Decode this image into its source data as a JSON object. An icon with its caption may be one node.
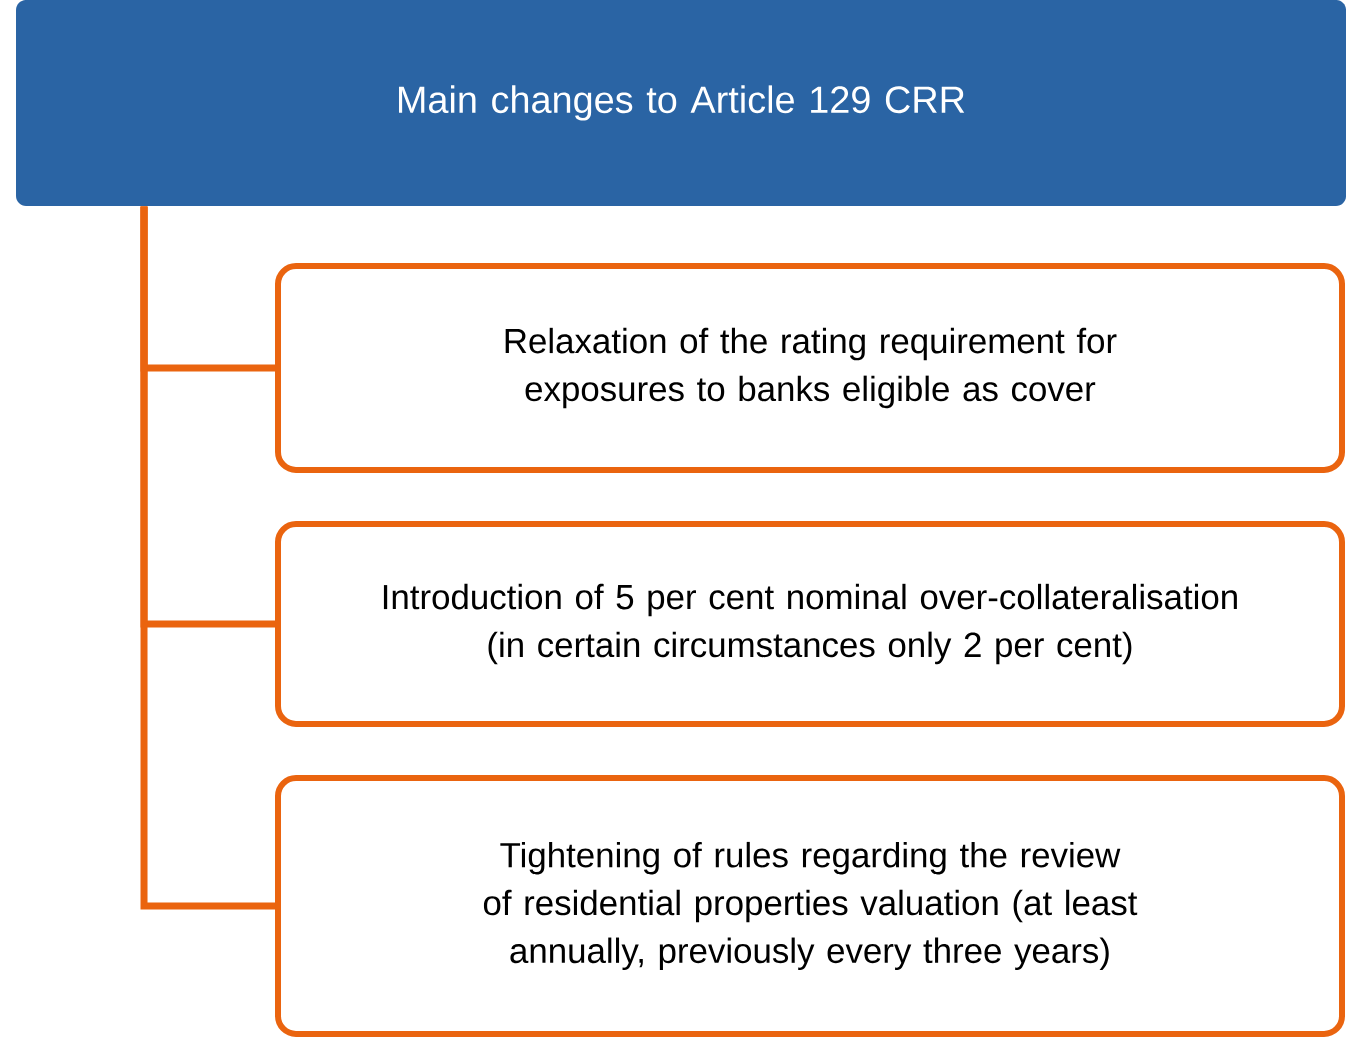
{
  "diagram": {
    "nodes": [
      {
        "text": [
          "Main changes to Article 129 CRR"
        ]
      },
      {
        "text": [
          "Relaxation of the rating requirement for exposures to banks eligible as cover"
        ]
      },
      {
        "text": [
          "Introduction of 5 per cent nominal over-collateralisation (in certain circumstances only 2 per cent)"
        ]
      },
      {
        "text": [
          "Tightening of rules regarding the review of residential properties valuation (at least annually, previously every three years)"
        ]
      }
    ],
    "edges": [
      {
        "from": 0,
        "to": 1,
        "arrow": "none"
      },
      {
        "from": 0,
        "to": 2,
        "arrow": "none"
      },
      {
        "from": 0,
        "to": 3,
        "arrow": "none"
      }
    ]
  }
}
